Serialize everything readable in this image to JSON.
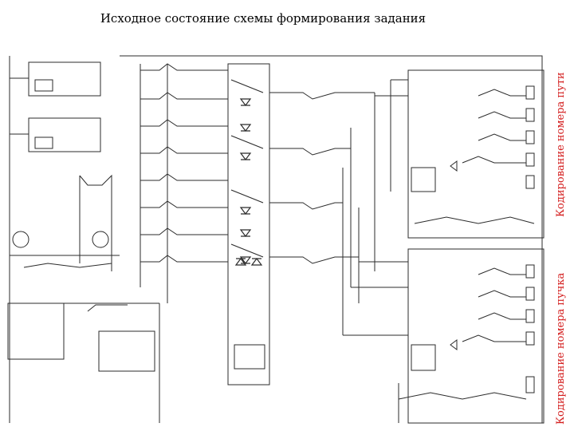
{
  "title": "Исходное состояние схемы формирования задания",
  "labels": {
    "track_coding": "Кодирование номера пути",
    "beam_coding": "Кодирование номера пучка"
  },
  "colors": {
    "title": "#000000",
    "vertical_labels": "#d42020",
    "scan_lines": "#2b2b2b"
  }
}
